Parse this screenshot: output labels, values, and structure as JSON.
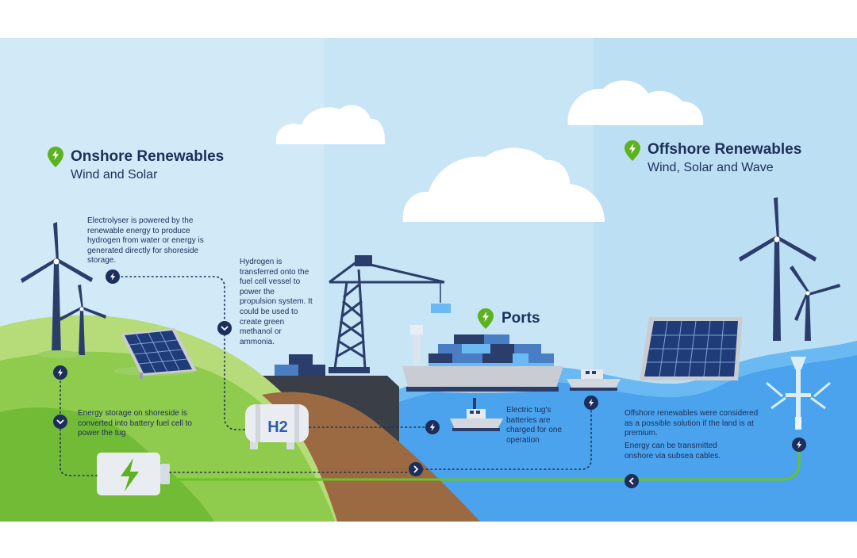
{
  "headings": {
    "onshore": {
      "title": "Onshore Renewables",
      "subtitle": "Wind and Solar"
    },
    "offshore": {
      "title": "Offshore Renewables",
      "subtitle": "Wind, Solar and Wave"
    },
    "ports": {
      "title": "Ports"
    }
  },
  "notes": {
    "electrolyser": "Electrolyser is powered by the renewable energy to produce hydrogen from water or energy is generated directly for shoreside storage.",
    "hydrogen": "Hydrogen is transferred onto the fuel cell vessel to power the propulsion system. It could be used to create green methanol or ammonia.",
    "storage": "Energy storage on shoreside is converted into battery fuel cell to power the tug",
    "tug": "Electric tug's batteries are charged for one operation",
    "offshore_1": "Offshore renewables were considered as a possible solution if the land is at premium.",
    "offshore_2": "Energy can be transmitted onshore via subsea cables."
  },
  "labels": {
    "h2_tank": "H2"
  },
  "icons": [
    "location-pin-bolt-icon",
    "bolt-icon",
    "chevron-down-icon",
    "chevron-right-icon",
    "chevron-left-icon",
    "battery-icon",
    "wind-turbine-icon",
    "solar-panel-icon",
    "crane-icon",
    "container-ship-icon",
    "tugboat-icon",
    "hydrogen-tank-icon",
    "cloud-icon",
    "wave-energy-converter-icon"
  ],
  "colors": {
    "navy": "#1c2f5a",
    "accent_green": "#5cb21f",
    "sky": "#cfe8f5",
    "sea": "#4aa3ec",
    "land_green": "#7fc241"
  }
}
